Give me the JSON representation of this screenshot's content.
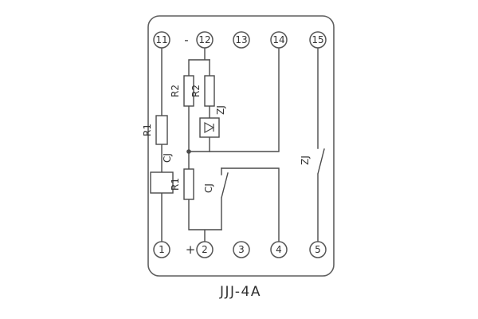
{
  "diagram": {
    "caption": "JJJ-4A",
    "terminals": {
      "top": [
        "11",
        "12",
        "13",
        "14",
        "15"
      ],
      "bottom": [
        "1",
        "2",
        "3",
        "4",
        "5"
      ]
    },
    "polarity": {
      "minus": "-",
      "plus": "+"
    },
    "components": {
      "r1_upper": "R1",
      "cj_coil": "CJ",
      "r2_left": "R2",
      "r2_right": "R2",
      "zj_coil": "ZJ",
      "r1_lower": "R1",
      "cj_contact": "CJ",
      "zj_contact": "ZJ"
    },
    "colors": {
      "wire": "#4a4a4a",
      "label": "#333333",
      "background": "#ffffff"
    }
  }
}
